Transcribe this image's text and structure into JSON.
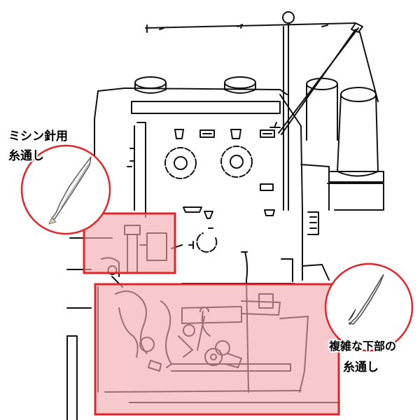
{
  "callouts": {
    "needle": {
      "line1": "ミシン針用",
      "line2": "糸通し"
    },
    "lower": {
      "line1": "複雑な下部の",
      "line2": "糸通し"
    }
  },
  "colors": {
    "callout_stroke": "#e0262a",
    "highlight_fill": "#f2a6ad",
    "machine_line": "#111111"
  }
}
